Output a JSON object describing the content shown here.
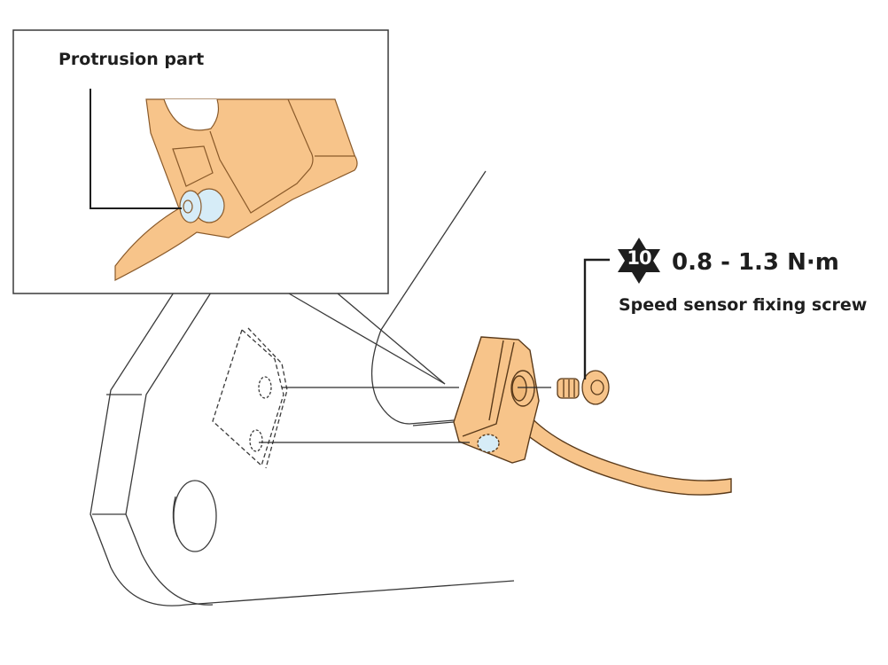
{
  "diagram": {
    "callouts": {
      "protrusion": "Protrusion part",
      "torque_badge": "10",
      "torque_value": "0.8 - 1.3 N·m",
      "screw_name": "Speed sensor fixing screw"
    },
    "colors": {
      "sensor_body": "#f7c48a",
      "sensor_outline": "#8a5a2a",
      "protrusion": "#d6ecf7",
      "line": "#2a2a2a",
      "frame_line": "#3a3a3a"
    }
  }
}
